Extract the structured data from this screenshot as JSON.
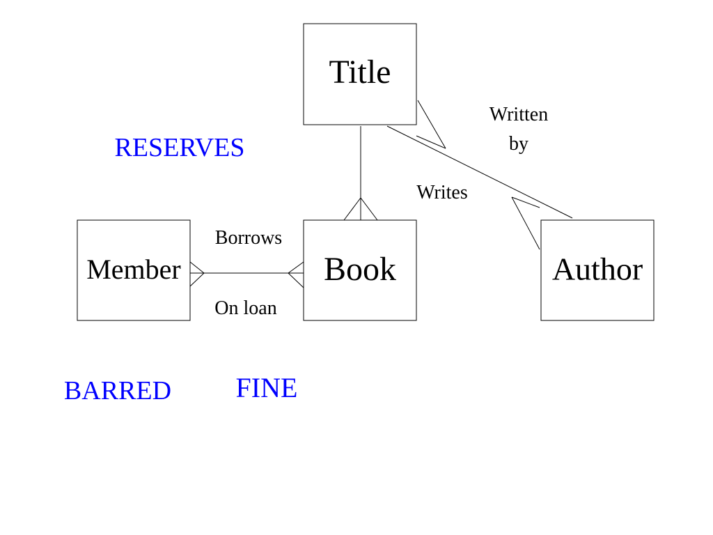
{
  "entities": {
    "title": "Title",
    "member": "Member",
    "book": "Book",
    "author": "Author"
  },
  "relationships": {
    "written_by_line1": "Written",
    "written_by_line2": "by",
    "writes": "Writes",
    "borrows": "Borrows",
    "on_loan": "On loan"
  },
  "extra_entities": {
    "reserves": "RESERVES",
    "barred": "BARRED",
    "fine": "FINE"
  },
  "colors": {
    "line": "#000000",
    "extra_entity_text": "#0000ff",
    "background": "#ffffff"
  }
}
